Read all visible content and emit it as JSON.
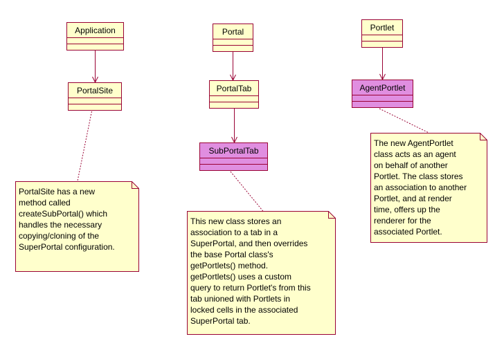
{
  "colors": {
    "class_fill": "#ffffcc",
    "new_class_fill": "#e08ee0",
    "border": "#990033",
    "note_fill": "#ffffcc",
    "text": "#000000"
  },
  "classes": [
    {
      "id": "application",
      "name": "Application",
      "is_new": false
    },
    {
      "id": "portalsite",
      "name": "PortalSite",
      "is_new": false
    },
    {
      "id": "portal",
      "name": "Portal",
      "is_new": false
    },
    {
      "id": "portaltab",
      "name": "PortalTab",
      "is_new": false
    },
    {
      "id": "subportaltab",
      "name": "SubPortalTab",
      "is_new": true
    },
    {
      "id": "portlet",
      "name": "Portlet",
      "is_new": false
    },
    {
      "id": "agentportlet",
      "name": "AgentPortlet",
      "is_new": true
    }
  ],
  "associations": [
    {
      "from": "application",
      "to": "portalsite"
    },
    {
      "from": "portal",
      "to": "portaltab"
    },
    {
      "from": "portaltab",
      "to": "subportaltab"
    },
    {
      "from": "portlet",
      "to": "agentportlet"
    }
  ],
  "notes": [
    {
      "id": "note-portalsite",
      "attached_to": "portalsite",
      "lines": [
        "PortalSite has a new",
        "method called",
        "createSubPortal() which",
        "handles the necessary",
        "copying/cloning of the",
        "SuperPortal configuration."
      ]
    },
    {
      "id": "note-subportaltab",
      "attached_to": "subportaltab",
      "lines": [
        "This new class stores an",
        "association to a tab in a",
        "SuperPortal, and then overrides",
        "the base Portal class's",
        "getPortlets() method.",
        "getPortlets() uses a custom",
        "query to return Portlet's from this",
        "tab unioned with Portlets in",
        "locked cells in the associated",
        "SuperPortal tab."
      ]
    },
    {
      "id": "note-agentportlet",
      "attached_to": "agentportlet",
      "lines": [
        "The new AgentPortlet",
        "class acts as an agent",
        "on behalf of another",
        "Portlet. The class stores",
        "an association to another",
        "Portlet, and at render",
        "time, offers up the",
        "renderer for the",
        "associated Portlet."
      ]
    }
  ]
}
